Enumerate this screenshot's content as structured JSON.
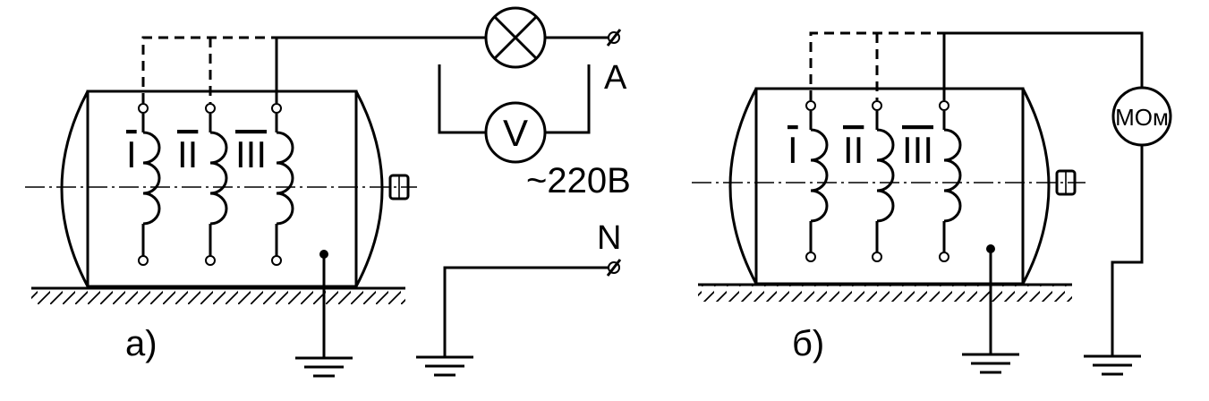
{
  "colors": {
    "line": "#000000",
    "background": "#ffffff"
  },
  "diagram_a": {
    "caption": "а)",
    "windings": [
      "I",
      "II",
      "III"
    ],
    "phase_terminal": "A",
    "neutral_terminal": "N",
    "voltage": "~220В",
    "voltmeter": "V",
    "lamp": "lamp-icon"
  },
  "diagram_b": {
    "caption": "б)",
    "windings": [
      "I",
      "II",
      "III"
    ],
    "megohmmeter": "МОм"
  }
}
